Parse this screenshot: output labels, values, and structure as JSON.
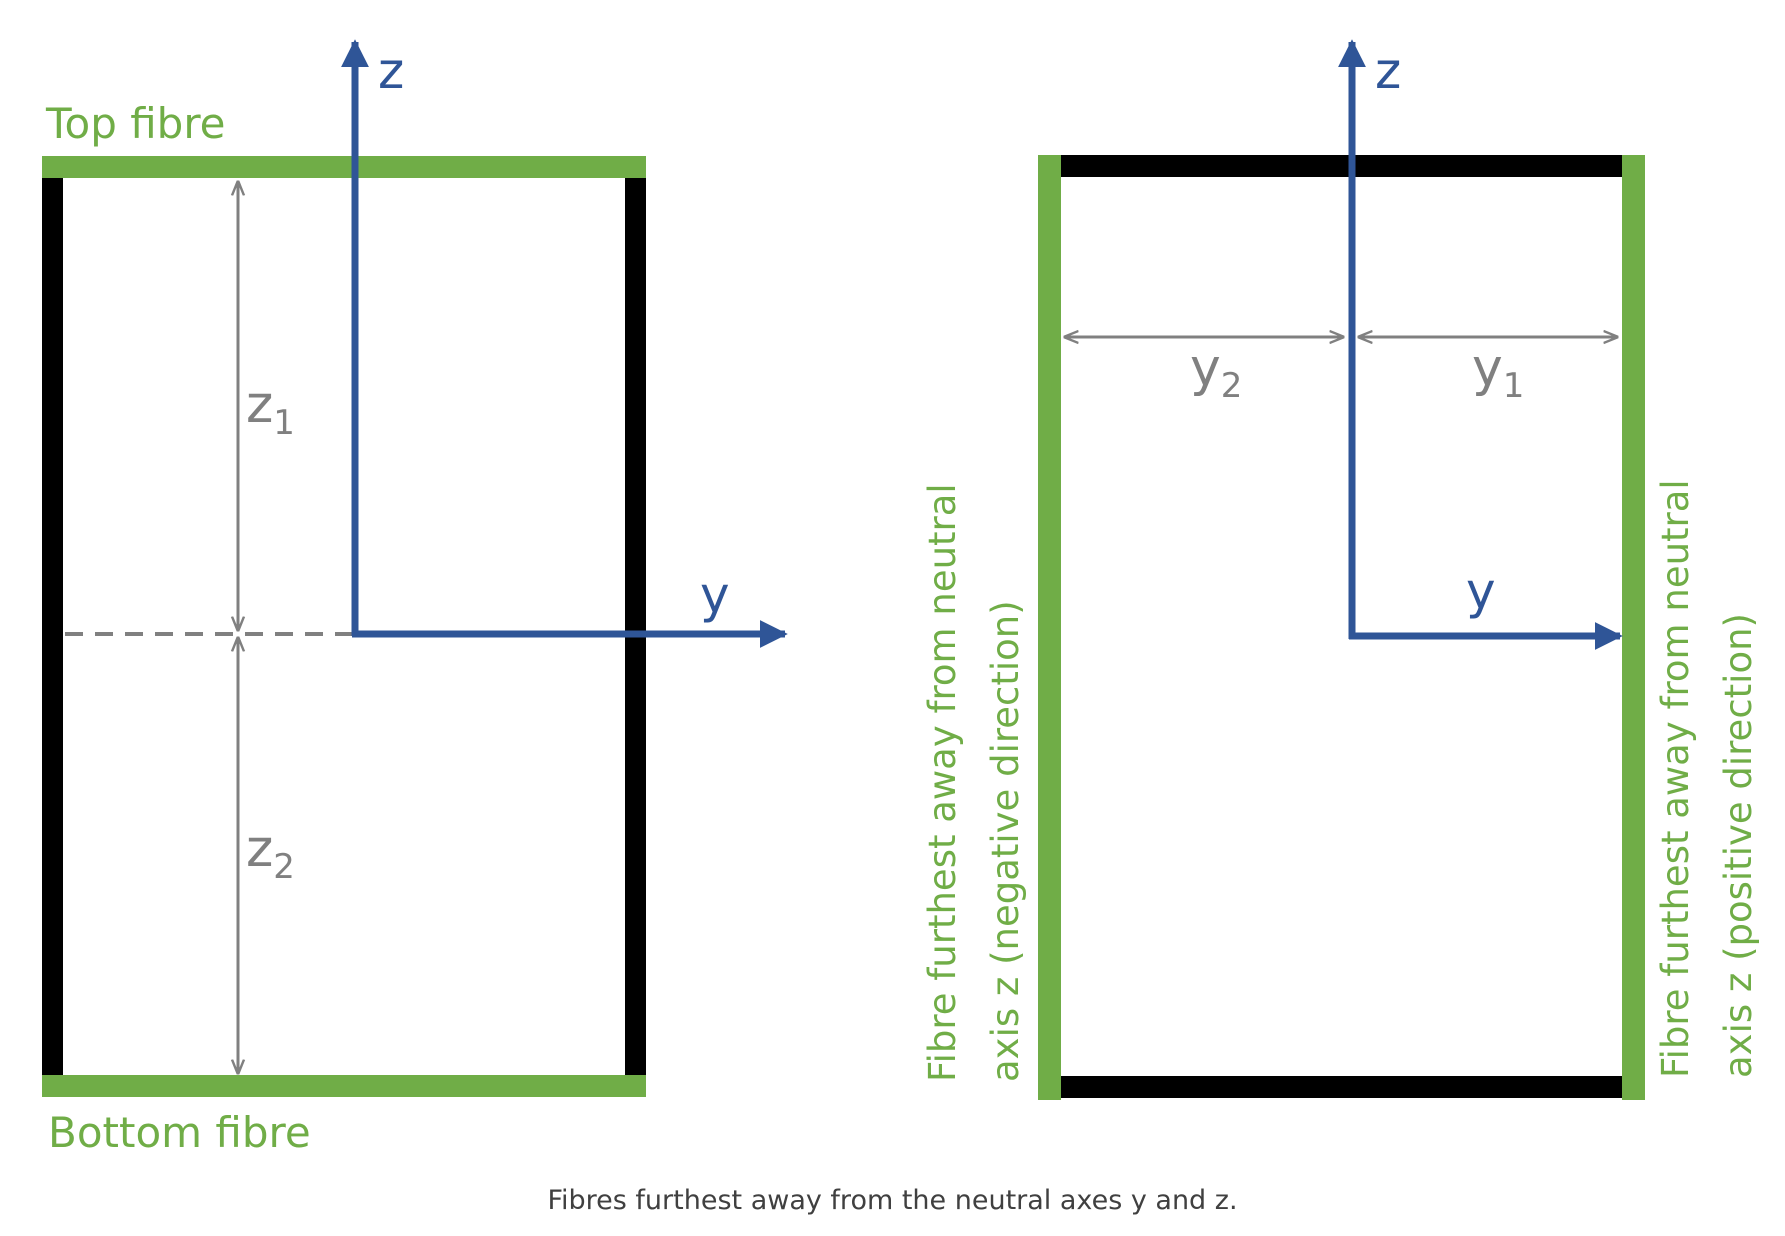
{
  "left_panel": {
    "top_label": "Top fibre",
    "bottom_label": "Bottom fibre",
    "z_axis_label": "z",
    "y_axis_label": "y",
    "dim_top_letter": "z",
    "dim_top_sub": "1",
    "dim_bottom_letter": "z",
    "dim_bottom_sub": "2"
  },
  "right_panel": {
    "z_axis_label": "z",
    "y_axis_label": "y",
    "dim_left_letter": "y",
    "dim_left_sub": "2",
    "dim_right_letter": "y",
    "dim_right_sub": "1",
    "left_note_line1": "Fibre furthest away from neutral",
    "left_note_line2": "axis z (negative direction)",
    "right_note_line1": "Fibre furthest away from neutral",
    "right_note_line2": "axis z (positive direction)"
  },
  "caption": "Fibres furthest away from the neutral axes y and z.",
  "colors": {
    "green": "#70AD47",
    "blue": "#2F5597",
    "black": "#000000",
    "gray": "#808080"
  }
}
